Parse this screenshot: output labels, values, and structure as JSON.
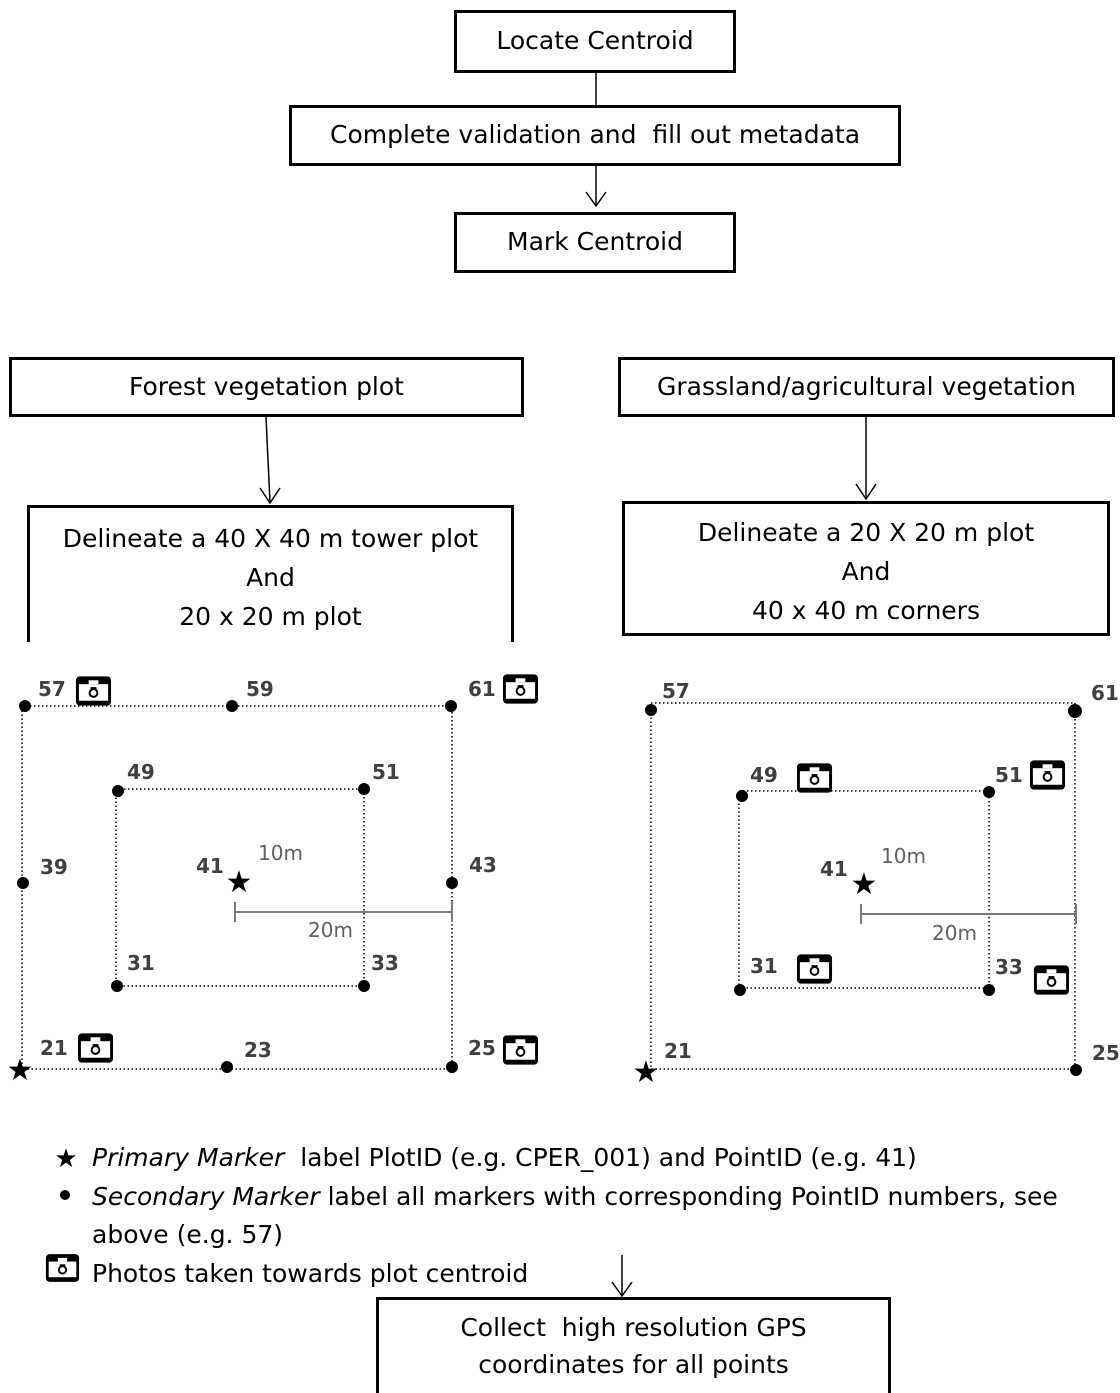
{
  "flow": {
    "locate_centroid": "Locate Centroid",
    "validation": "Complete validation and  fill out metadata",
    "mark_centroid": "Mark Centroid",
    "forest_header": "Forest vegetation plot",
    "grass_header": "Grassland/agricultural vegetation",
    "forest_delineate": [
      "Delineate a 40 X 40 m tower plot",
      "And",
      "20 x 20 m plot"
    ],
    "grass_delineate": [
      "Delineate a 20 X 20 m plot",
      "And",
      "40 x 40 m corners"
    ],
    "collect_gps": [
      "Collect  high resolution GPS",
      "coordinates for all points"
    ]
  },
  "forest_plot": {
    "point_labels": {
      "p57": "57",
      "p59": "59",
      "p61": "61",
      "p49": "49",
      "p51": "51",
      "p39": "39",
      "p41": "41",
      "p43": "43",
      "p31": "31",
      "p33": "33",
      "p21": "21",
      "p23": "23",
      "p25": "25"
    },
    "dim_10m": "10m",
    "dim_20m": "20m"
  },
  "grass_plot": {
    "point_labels": {
      "p57": "57",
      "p61": "61",
      "p49": "49",
      "p51": "51",
      "p41": "41",
      "p31": "31",
      "p33": "33",
      "p21": "21",
      "p25": "25"
    },
    "dim_10m": "10m",
    "dim_20m": "20m"
  },
  "legend": {
    "primary_italic": "Primary Marker",
    "primary_text": "  label PlotID (e.g. CPER_001) and PointID (e.g. 41)",
    "secondary_italic": "Secondary Marker",
    "secondary_text_1": " label all markers with corresponding PointID numbers, see",
    "secondary_text_2": "above (e.g. 57)",
    "photos_text": "Photos taken towards plot centroid"
  },
  "icons": [
    "star-icon",
    "dot-icon",
    "camera-icon"
  ]
}
